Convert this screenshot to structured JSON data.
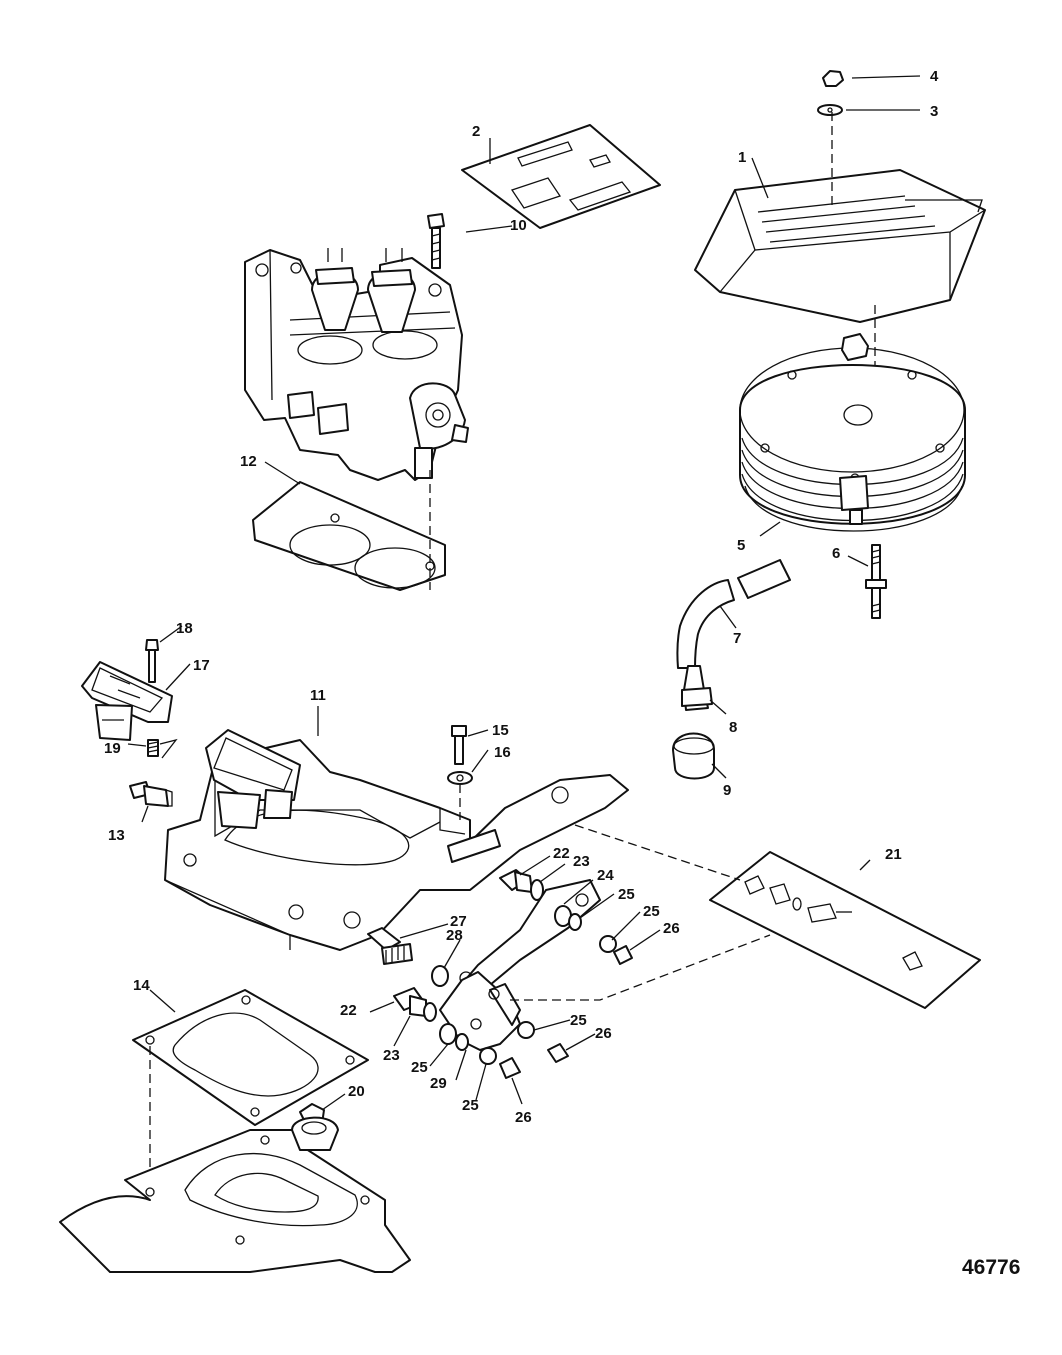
{
  "figure_number": "46776",
  "callouts": [
    "1",
    "2",
    "3",
    "4",
    "5",
    "6",
    "7",
    "8",
    "9",
    "10",
    "11",
    "12",
    "13",
    "14",
    "15",
    "16",
    "17",
    "18",
    "19",
    "20",
    "21",
    "22",
    "23",
    "24",
    "25",
    "26",
    "27",
    "28",
    "29"
  ]
}
